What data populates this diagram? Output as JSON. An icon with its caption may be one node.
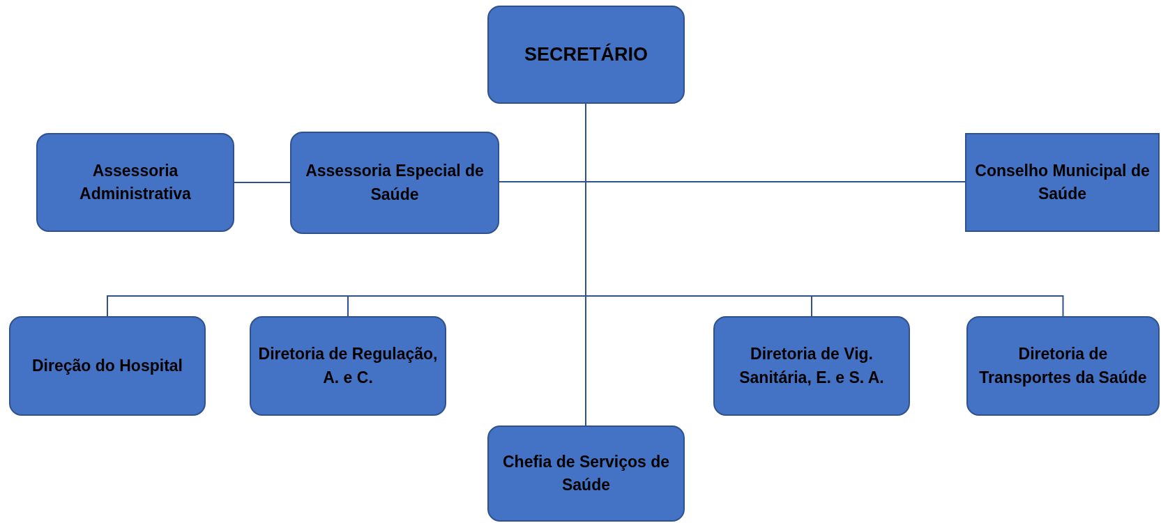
{
  "diagram": {
    "nodes": [
      {
        "text": [
          "SECRETÁRIO"
        ]
      },
      {
        "text": [
          "Assessoria Administrativa"
        ]
      },
      {
        "text": [
          "Assessoria Especial de Saúde"
        ]
      },
      {
        "text": [
          "Conselho Municipal de Saúde"
        ]
      },
      {
        "text": [
          "Direção do Hospital"
        ]
      },
      {
        "text": [
          "Diretoria de Regulação, A. e C."
        ]
      },
      {
        "text": [
          "Chefia de Serviços de Saúde"
        ]
      },
      {
        "text": [
          "Diretoria de Vig. Sanitária, E. e S. A."
        ]
      },
      {
        "text": [
          "Diretoria de Transportes da Saúde"
        ]
      }
    ],
    "edges": [
      {
        "from": 0,
        "to": 2,
        "arrow": "none"
      },
      {
        "from": 0,
        "to": 3,
        "arrow": "none"
      },
      {
        "from": 2,
        "to": 1,
        "arrow": "none"
      },
      {
        "from": 0,
        "to": 4,
        "arrow": "none"
      },
      {
        "from": 0,
        "to": 5,
        "arrow": "none"
      },
      {
        "from": 0,
        "to": 6,
        "arrow": "none"
      },
      {
        "from": 0,
        "to": 7,
        "arrow": "none"
      },
      {
        "from": 0,
        "to": 8,
        "arrow": "none"
      }
    ]
  }
}
